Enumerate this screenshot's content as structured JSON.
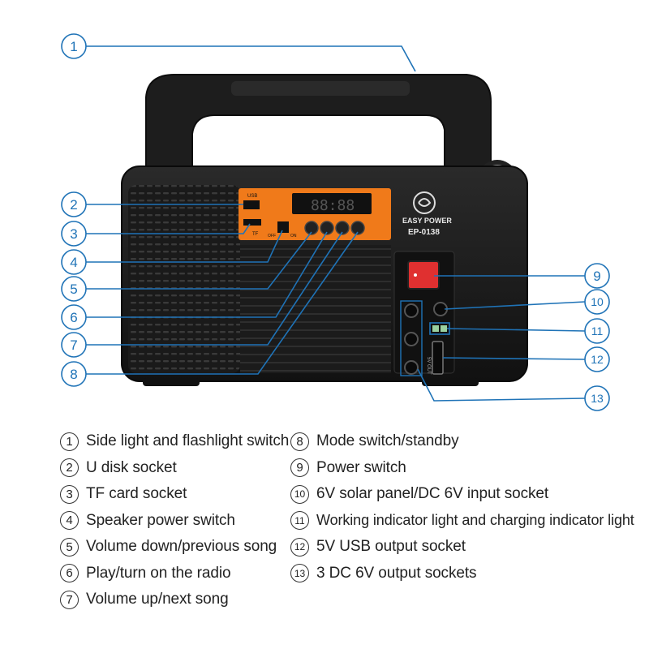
{
  "colors": {
    "callout_blue": "#1f73b7",
    "device_body": "#1c1c1c",
    "panel_orange": "#f07a1a",
    "power_switch_red": "#e03030"
  },
  "device": {
    "brand": "EASY POWER",
    "model": "EP-0138",
    "display_digits": "88:88",
    "usb_label": "USB",
    "tf_label": "TF",
    "off_label": "OFF",
    "on_label": "ON",
    "side_label": "5V OUT"
  },
  "callouts": [
    "1",
    "2",
    "3",
    "4",
    "5",
    "6",
    "7",
    "8",
    "9",
    "10",
    "11",
    "12",
    "13"
  ],
  "legend": {
    "left": [
      {
        "num": "1",
        "text": "Side light and flashlight switch"
      },
      {
        "num": "2",
        "text": "U disk socket"
      },
      {
        "num": "3",
        "text": "TF card socket"
      },
      {
        "num": "4",
        "text": "Speaker power switch"
      },
      {
        "num": "5",
        "text": "Volume down/previous song"
      },
      {
        "num": "6",
        "text": "Play/turn on the radio"
      },
      {
        "num": "7",
        "text": "Volume up/next song"
      }
    ],
    "right": [
      {
        "num": "8",
        "text": "Mode switch/standby"
      },
      {
        "num": "9",
        "text": "Power switch"
      },
      {
        "num": "10",
        "text": "6V solar panel/DC 6V input socket"
      },
      {
        "num": "11",
        "text": "Working indicator light and charging indicator light"
      },
      {
        "num": "12",
        "text": "5V USB output socket"
      },
      {
        "num": "13",
        "text": "3 DC 6V output sockets"
      }
    ]
  }
}
